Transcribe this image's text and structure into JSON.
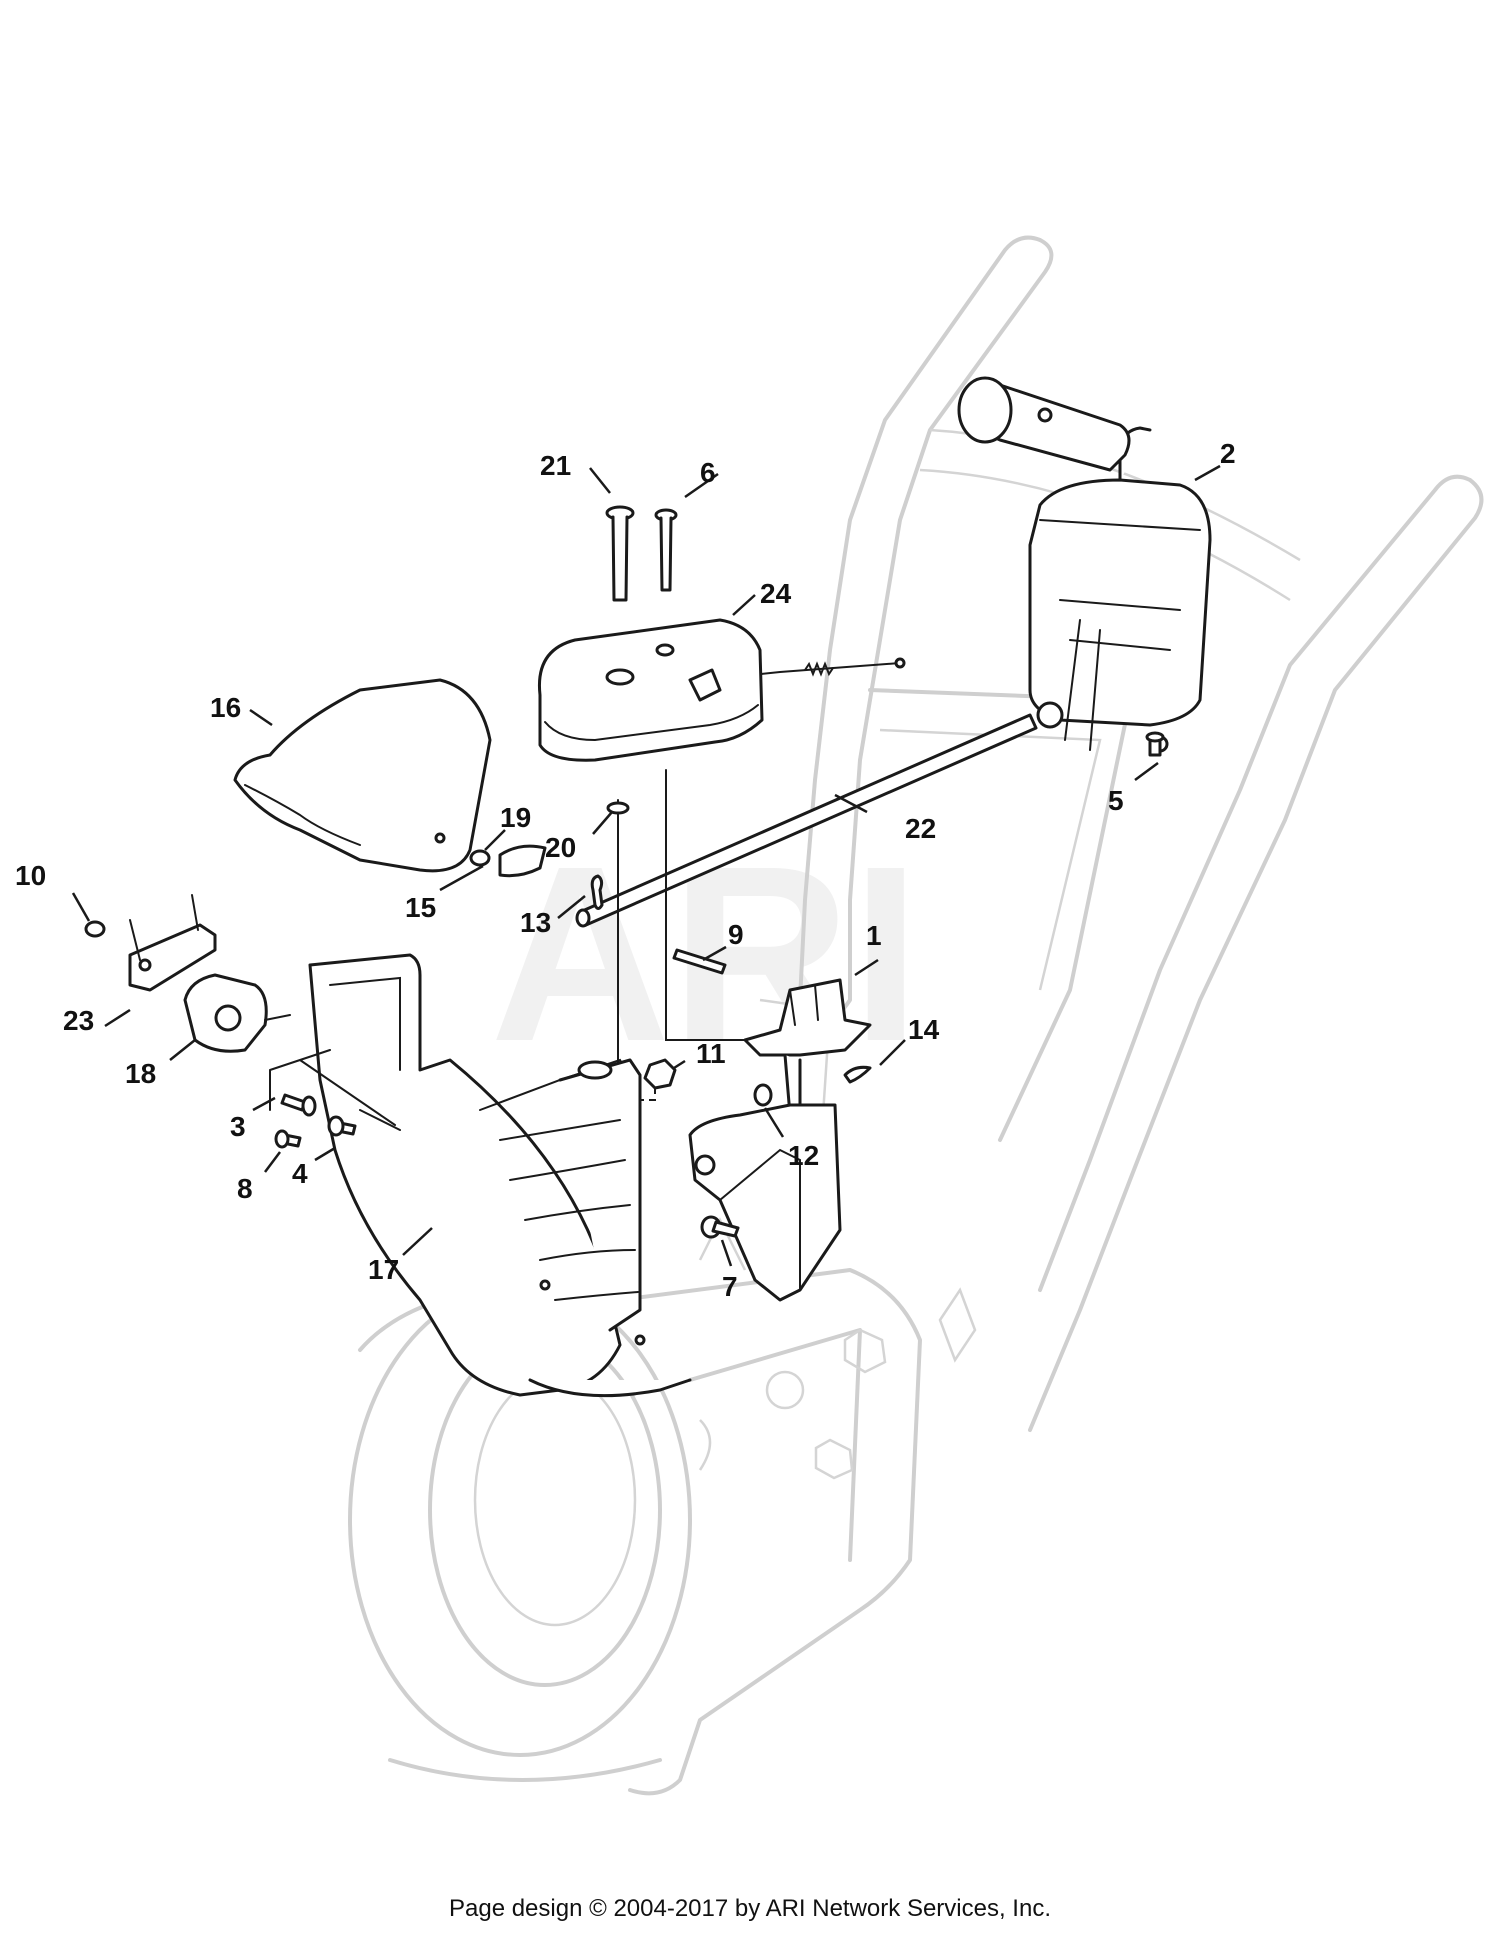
{
  "watermark": "ARI",
  "footer": "Page design © 2004-2017 by ARI Network Services, Inc.",
  "callouts": [
    "1",
    "2",
    "3",
    "4",
    "5",
    "6",
    "7",
    "8",
    "9",
    "10",
    "11",
    "12",
    "13",
    "14",
    "15",
    "16",
    "17",
    "18",
    "19",
    "20",
    "21",
    "22",
    "23",
    "24"
  ]
}
